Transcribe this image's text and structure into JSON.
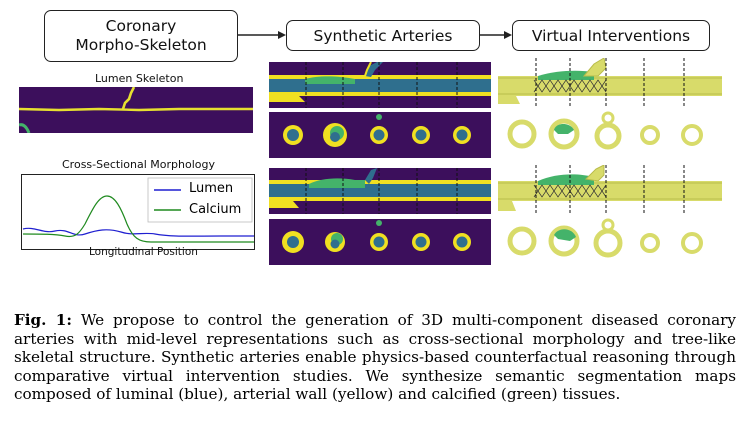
{
  "header": {
    "coronary_box": [
      "Coronary",
      "Morpho-Skeleton"
    ],
    "synthetic_box": "Synthetic Arteries",
    "virtual_box": "Virtual Interventions"
  },
  "panels": {
    "lumen_skeleton_title": "Lumen Skeleton",
    "cross_section_title": "Cross-Sectional Morphology",
    "x_axis_label": "Longitudinal Position"
  },
  "legend": {
    "lumen": "Lumen",
    "calcium": "Calcium"
  },
  "colors": {
    "lumen_blue": "#2f6f8e",
    "wall_yellow": "#f0e021",
    "calcium_green": "#44b36a",
    "background_purple": "#3c0f5c",
    "plot_lumen": "#1f1fd0",
    "plot_calcium": "#1f8a1f",
    "mesh": "#d8db6a"
  },
  "caption": {
    "label": "Fig. 1:",
    "text": "We propose to control the generation of 3D multi-component diseased coronary arteries with mid-level representations such as cross-sectional morphology and tree-like skeletal structure. Synthetic arteries enable physics-based counterfactual reasoning through comparative virtual intervention studies. We synthesize semantic segmentation maps composed of luminal (blue), arterial wall (yellow) and calcified (green) tissues."
  }
}
